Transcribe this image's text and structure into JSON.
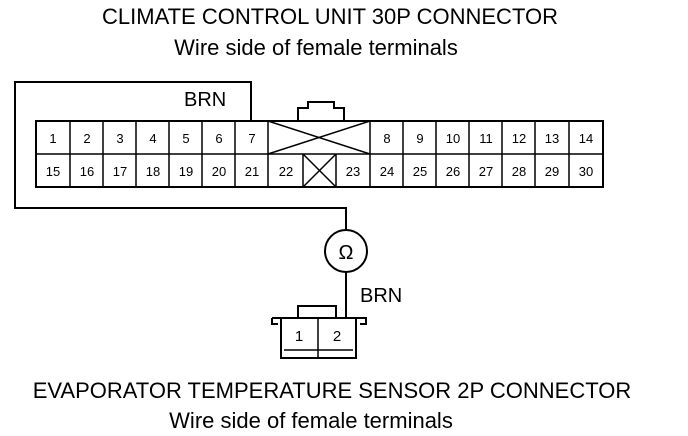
{
  "titles": {
    "unit_connector": "CLIMATE CONTROL UNIT 30P CONNECTOR",
    "unit_connector_sub": "Wire side of female terminals",
    "sensor_connector": "EVAPORATOR TEMPERATURE SENSOR 2P CONNECTOR",
    "sensor_connector_sub": "Wire side of female terminals"
  },
  "wires": {
    "top_wire_color": "BRN",
    "sensor_wire_color": "BRN"
  },
  "meter_symbol": "Ω",
  "connector_30p": {
    "top_left_pins": [
      "1",
      "2",
      "3",
      "4",
      "5",
      "6",
      "7"
    ],
    "top_right_pins": [
      "8",
      "9",
      "10",
      "11",
      "12",
      "13",
      "14"
    ],
    "bottom_left_pins": [
      "15",
      "16",
      "17",
      "18",
      "19",
      "20",
      "21"
    ],
    "bottom_mid_pins": [
      "22",
      "23"
    ],
    "bottom_right_pins": [
      "24",
      "25",
      "26",
      "27",
      "28",
      "29",
      "30"
    ]
  },
  "connector_2p": {
    "pins": [
      "1",
      "2"
    ]
  }
}
